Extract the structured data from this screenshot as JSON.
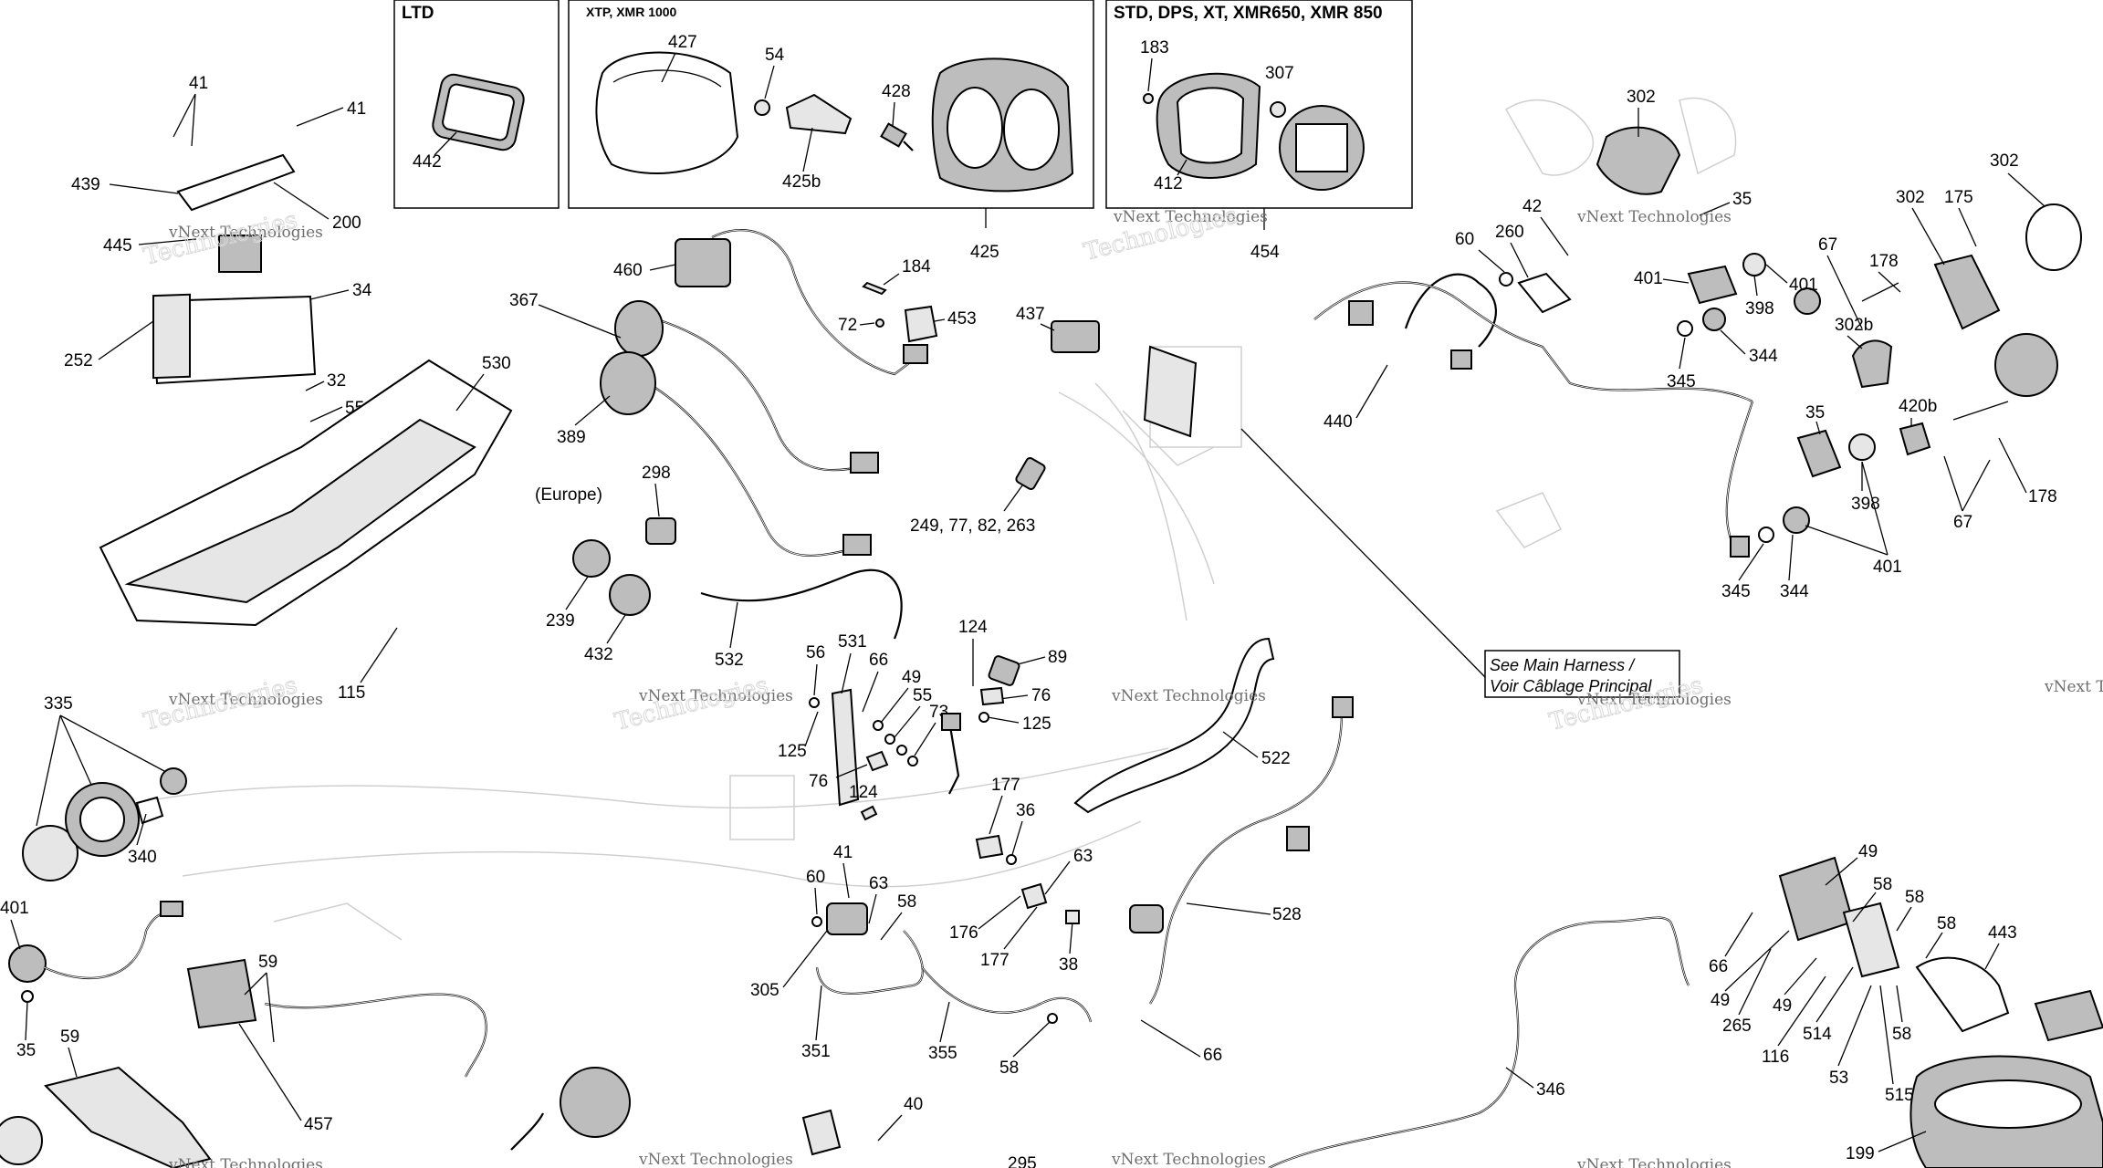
{
  "boxes": {
    "ltd": {
      "title": "LTD",
      "parts": [
        "442"
      ]
    },
    "xtp": {
      "title": "XTP, XMR 1000",
      "parts": [
        "427",
        "54",
        "428",
        "425b"
      ],
      "assembly": "425"
    },
    "std": {
      "title": "STD, DPS, XT, XMR650, XMR 850",
      "parts": [
        "183",
        "307",
        "412"
      ],
      "assembly": "454"
    }
  },
  "watermark": {
    "line1": "vNext Technologies",
    "big": "Technologies"
  },
  "note": {
    "line1": "See Main Harness /",
    "line2": "Voir Câblage Principal"
  },
  "callouts": {
    "c41a": "41",
    "c41b": "41",
    "c439": "439",
    "c200": "200",
    "c445": "445",
    "c34": "34",
    "c252": "252",
    "c32": "32",
    "c55a": "55",
    "c530": "530",
    "c115": "115",
    "c460": "460",
    "c184": "184",
    "c72": "72",
    "c453": "453",
    "c437": "437",
    "c367": "367",
    "c389": "389",
    "c389b": "(Europe)",
    "c298": "298",
    "c249": "249, 77, 82, 263",
    "c239": "239",
    "c432": "432",
    "c532": "532",
    "c56": "56",
    "c531": "531",
    "c66a": "66",
    "c49a": "49",
    "c55b": "55",
    "c73": "73",
    "c125a": "125",
    "c76a": "76",
    "c124a": "124",
    "c124b": "124",
    "c89": "89",
    "c76b": "76",
    "c125b": "125",
    "c177a": "177",
    "c36": "36",
    "c63a": "63",
    "c176": "176",
    "c177b": "177",
    "c38": "38",
    "c522": "522",
    "c528": "528",
    "c66b": "66",
    "c41c": "41",
    "c60a": "60",
    "c63b": "63",
    "c58a": "58",
    "c305": "305",
    "c351": "351",
    "c355": "355",
    "c58b": "58",
    "c335": "335",
    "c340": "340",
    "c401a": "401",
    "c35a": "35",
    "c59a": "59",
    "c59b": "59",
    "c457": "457",
    "c40": "40",
    "c295": "295",
    "c346": "346",
    "c302a": "302",
    "c42": "42",
    "c35b": "35",
    "c60b": "60",
    "c260": "260",
    "c401b": "401",
    "c398a": "398",
    "c401c": "401",
    "c344a": "344",
    "c345a": "345",
    "c440": "440",
    "c67a": "67",
    "c178a": "178",
    "c302b": "302",
    "c175": "175",
    "c302c": "302",
    "c302b2": "302b",
    "c35c": "35",
    "c420b": "420b",
    "c67b": "67",
    "c178b": "178",
    "c398b": "398",
    "c345b": "345",
    "c344b": "344",
    "c401d": "401",
    "c49b": "49",
    "c58c": "58",
    "c58d": "58",
    "c58e": "58",
    "c443": "443",
    "c66c": "66",
    "c49c": "49",
    "c49d": "49",
    "c265": "265",
    "c116": "116",
    "c514": "514",
    "c53": "53",
    "c515": "515",
    "c58f": "58",
    "c199": "199"
  }
}
